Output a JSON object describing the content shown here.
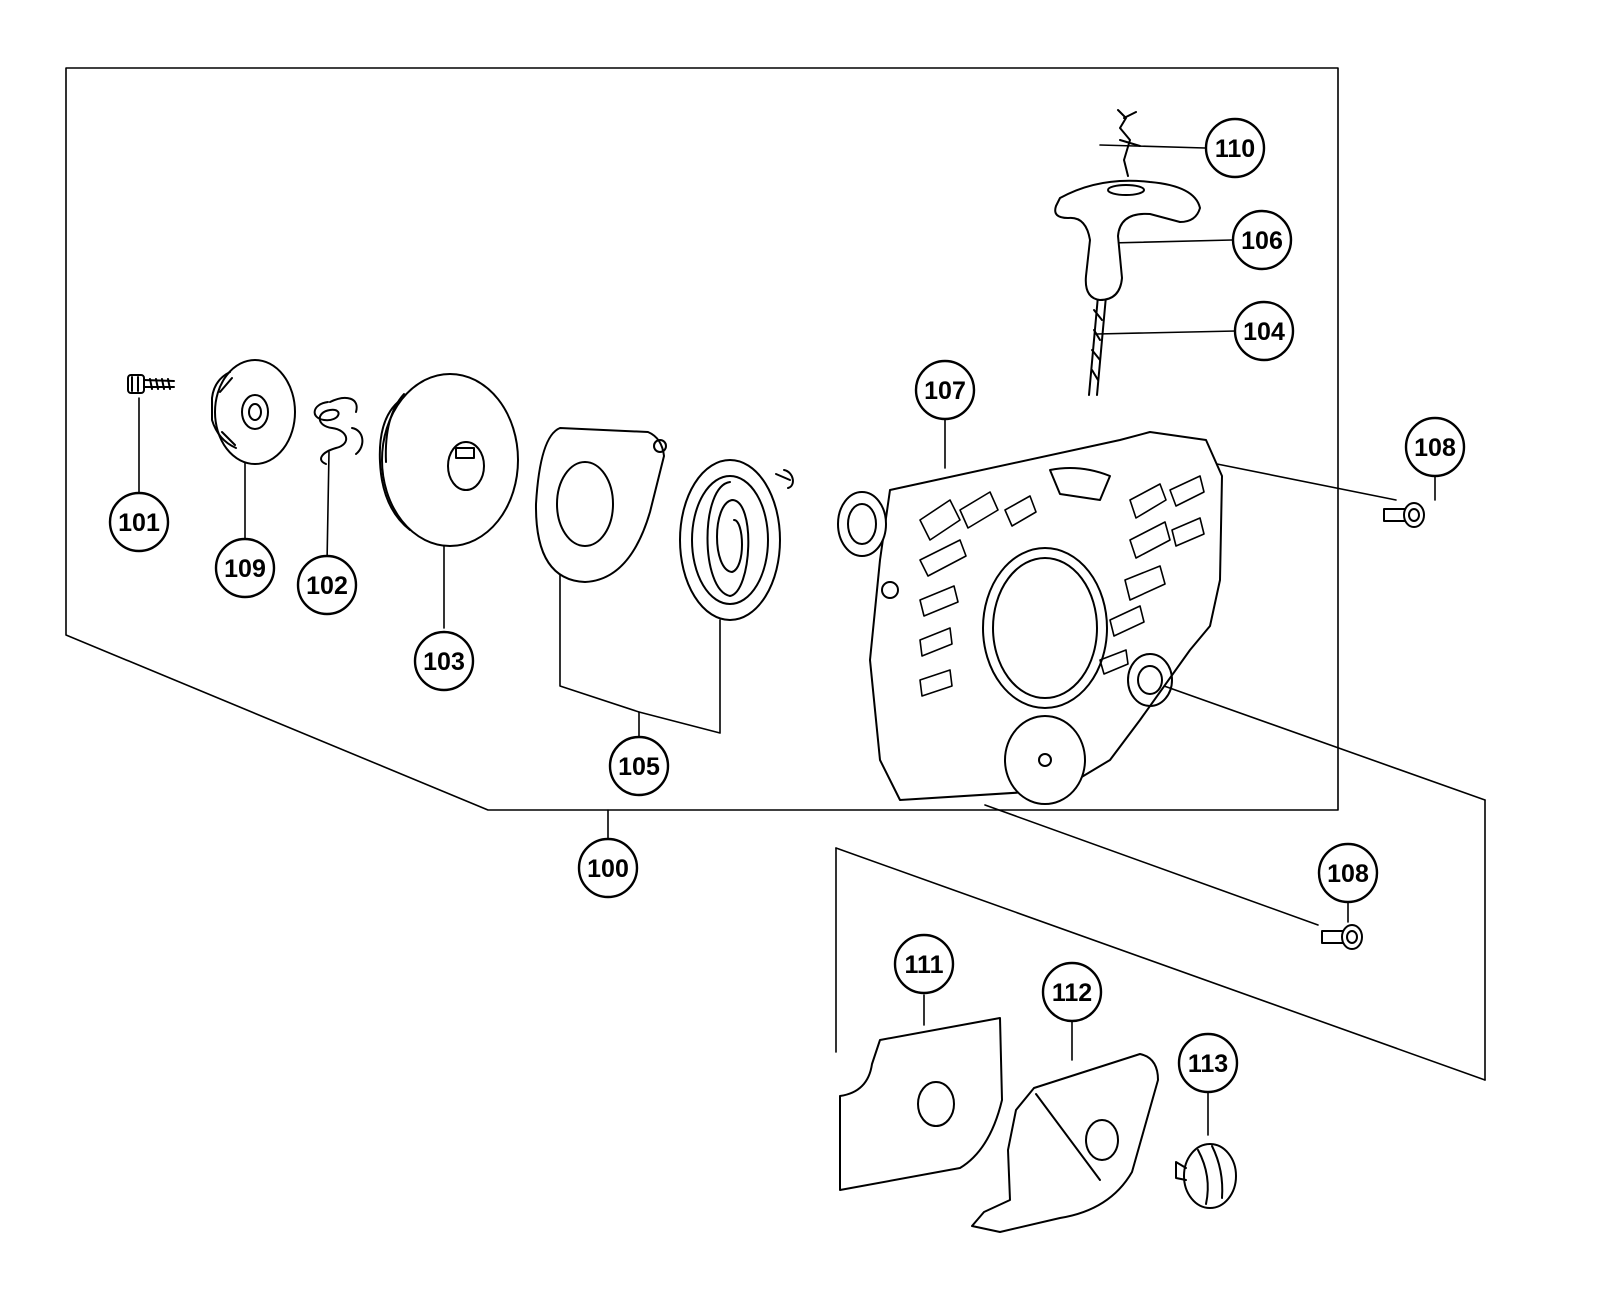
{
  "diagram": {
    "kind": "exploded parts diagram",
    "line_color": "#000000",
    "background": "#ffffff",
    "callouts": [
      {
        "id": "100",
        "label": "100"
      },
      {
        "id": "101",
        "label": "101"
      },
      {
        "id": "102",
        "label": "102"
      },
      {
        "id": "103",
        "label": "103"
      },
      {
        "id": "104",
        "label": "104"
      },
      {
        "id": "105",
        "label": "105"
      },
      {
        "id": "106",
        "label": "106"
      },
      {
        "id": "107",
        "label": "107"
      },
      {
        "id": "108a",
        "label": "108"
      },
      {
        "id": "108b",
        "label": "108"
      },
      {
        "id": "109",
        "label": "109"
      },
      {
        "id": "110",
        "label": "110"
      },
      {
        "id": "111",
        "label": "111"
      },
      {
        "id": "112",
        "label": "112"
      },
      {
        "id": "113",
        "label": "113"
      }
    ],
    "parts": [
      {
        "id": "101",
        "icon": "screw-icon"
      },
      {
        "id": "109",
        "icon": "pulley-cap-icon"
      },
      {
        "id": "102",
        "icon": "torsion-spring-icon"
      },
      {
        "id": "103",
        "icon": "rope-pulley-icon"
      },
      {
        "id": "105",
        "icon": "recoil-spring-assembly-icon"
      },
      {
        "id": "107",
        "icon": "starter-housing-icon"
      },
      {
        "id": "104",
        "icon": "starter-rope-icon"
      },
      {
        "id": "106",
        "icon": "starter-handle-icon"
      },
      {
        "id": "110",
        "icon": "rope-knot-icon"
      },
      {
        "id": "108",
        "icon": "shoulder-bolt-icon"
      },
      {
        "id": "111",
        "icon": "gasket-plate-icon"
      },
      {
        "id": "112",
        "icon": "cover-plate-icon"
      },
      {
        "id": "113",
        "icon": "knob-nut-icon"
      }
    ]
  }
}
